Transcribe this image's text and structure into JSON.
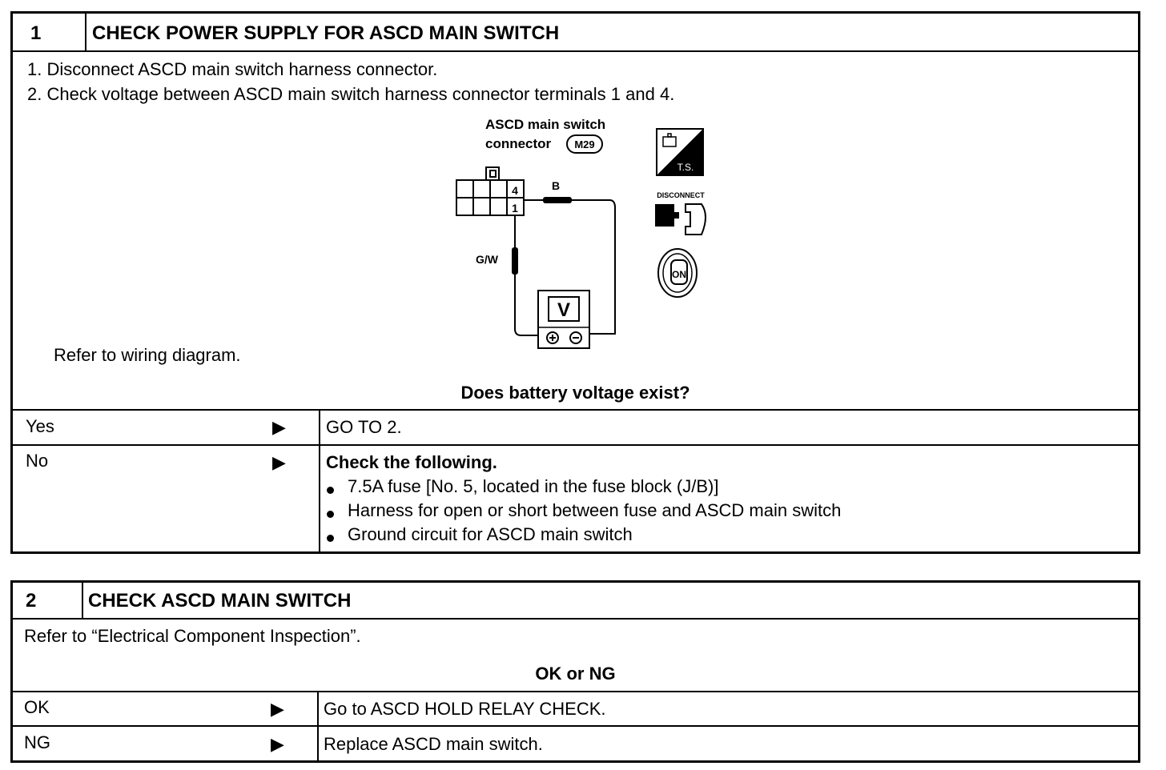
{
  "step1": {
    "number": "1",
    "title": "CHECK POWER SUPPLY FOR ASCD MAIN SWITCH",
    "instructions": [
      "1. Disconnect ASCD main switch harness connector.",
      "2. Check voltage between ASCD main switch harness connector terminals 1 and 4."
    ],
    "diagram": {
      "connector_label_line1": "ASCD main switch",
      "connector_label_line2": "connector",
      "connector_id": "M29",
      "terminal_4": "4",
      "terminal_1": "1",
      "wire_b": "B",
      "wire_gw": "G/W",
      "meter_symbol": "V",
      "ts_label": "T.S.",
      "disconnect_label": "DISCONNECT",
      "ignition_label": "ON"
    },
    "refer": "Refer to wiring diagram.",
    "question": "Does battery voltage exist?",
    "yes": {
      "label": "Yes",
      "result": "GO TO 2."
    },
    "no": {
      "label": "No",
      "result_title": "Check the following.",
      "items": [
        "7.5A fuse [No. 5, located in the fuse block (J/B)]",
        "Harness for open or short between fuse and ASCD main switch",
        "Ground circuit for ASCD main switch"
      ]
    }
  },
  "step2": {
    "number": "2",
    "title": "CHECK ASCD MAIN SWITCH",
    "refer": "Refer to “Electrical Component Inspection”.",
    "question": "OK or NG",
    "ok": {
      "label": "OK",
      "result": "Go to ASCD HOLD RELAY CHECK."
    },
    "ng": {
      "label": "NG",
      "result": "Replace ASCD main switch."
    }
  }
}
